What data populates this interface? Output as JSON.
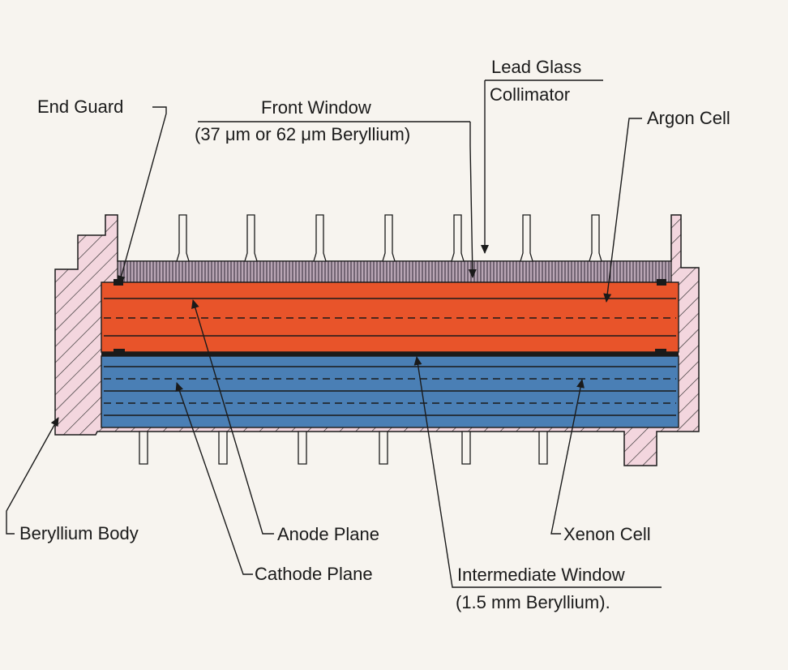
{
  "labels": {
    "lead_glass": "Lead Glass",
    "collimator": "Collimator",
    "end_guard": "End Guard",
    "front_window": "Front Window",
    "front_window_detail": "(37 μm or 62 μm Beryllium)",
    "argon_cell": "Argon Cell",
    "beryllium_body": "Beryllium Body",
    "anode_plane": "Anode Plane",
    "xenon_cell": "Xenon Cell",
    "cathode_plane": "Cathode Plane",
    "intermediate_window": "Intermediate Window",
    "intermediate_window_detail": "(1.5 mm Beryllium)."
  },
  "colors": {
    "argon_cell_fill": "#e8542a",
    "xenon_cell_fill": "#4a7fb5",
    "body_fill": "#f3d6de",
    "collimator_fill": "#b9a6b5",
    "line": "#1a1a1a"
  }
}
